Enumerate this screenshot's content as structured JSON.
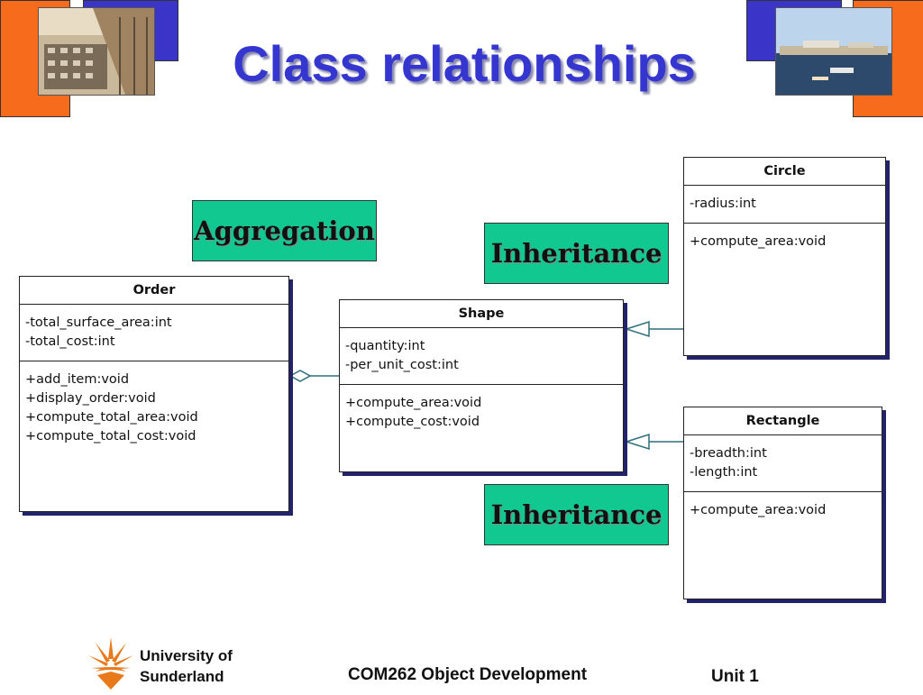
{
  "slide": {
    "title": "Class relationships"
  },
  "labels": {
    "aggregation": "Aggregation",
    "inheritance_top": "Inheritance",
    "inheritance_bottom": "Inheritance"
  },
  "classes": {
    "order": {
      "name": "Order",
      "attributes": [
        "-total_surface_area:int",
        "-total_cost:int"
      ],
      "operations": [
        "+add_item:void",
        "+display_order:void",
        "+compute_total_area:void",
        "+compute_total_cost:void"
      ]
    },
    "shape": {
      "name": "Shape",
      "attributes": [
        "-quantity:int",
        "-per_unit_cost:int"
      ],
      "operations": [
        "+compute_area:void",
        "+compute_cost:void"
      ]
    },
    "circle": {
      "name": "Circle",
      "attributes": [
        "-radius:int"
      ],
      "operations": [
        "+compute_area:void"
      ]
    },
    "rectangle": {
      "name": "Rectangle",
      "attributes": [
        "-breadth:int",
        "-length:int"
      ],
      "operations": [
        "+compute_area:void"
      ]
    }
  },
  "footer": {
    "university_line1": "University of",
    "university_line2": "Sunderland",
    "course": "COM262 Object Development",
    "unit": "Unit 1"
  },
  "colors": {
    "title": "#3535d0",
    "label_bg": "#10c890",
    "accent_orange": "#f76b1c",
    "accent_blue": "#3b34c8",
    "connector": "#2e6e7a"
  },
  "icons": {
    "logo": "sunburst-logo-icon"
  }
}
